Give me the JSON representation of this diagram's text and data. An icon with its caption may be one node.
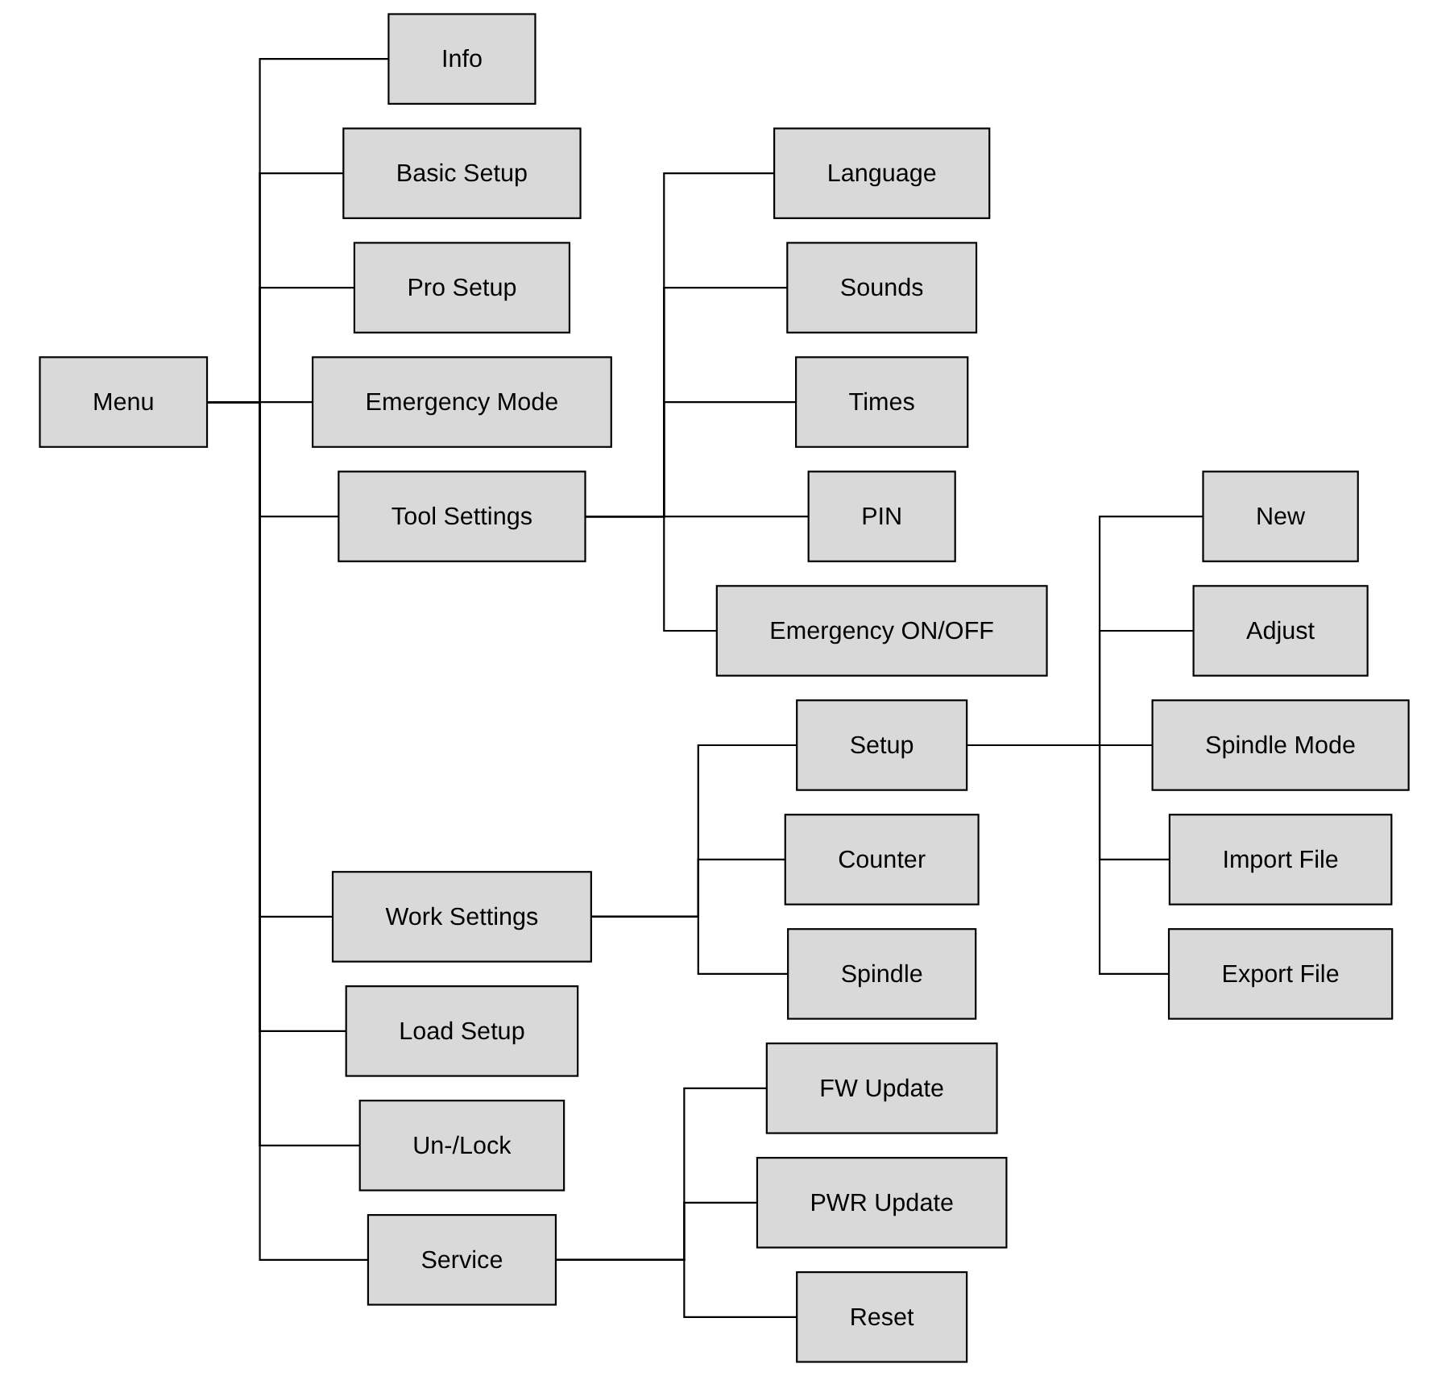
{
  "diagram": {
    "nodes": [
      {
        "text": [
          "Menu"
        ]
      },
      {
        "text": [
          "Info"
        ]
      },
      {
        "text": [
          "Basic Setup"
        ]
      },
      {
        "text": [
          "Pro Setup"
        ]
      },
      {
        "text": [
          "Emergency Mode"
        ]
      },
      {
        "text": [
          "Tool Settings"
        ]
      },
      {
        "text": [
          "Language"
        ]
      },
      {
        "text": [
          "Sounds"
        ]
      },
      {
        "text": [
          "Times"
        ]
      },
      {
        "text": [
          "PIN"
        ]
      },
      {
        "text": [
          "Emergency ON/OFF"
        ]
      },
      {
        "text": [
          "Work Settings"
        ]
      },
      {
        "text": [
          "Setup"
        ]
      },
      {
        "text": [
          "New"
        ]
      },
      {
        "text": [
          "Adjust"
        ]
      },
      {
        "text": [
          "Spindle Mode"
        ]
      },
      {
        "text": [
          "Import File"
        ]
      },
      {
        "text": [
          "Export File"
        ]
      },
      {
        "text": [
          "Counter"
        ]
      },
      {
        "text": [
          "Spindle"
        ]
      },
      {
        "text": [
          "Load Setup"
        ]
      },
      {
        "text": [
          "Un-/Lock"
        ]
      },
      {
        "text": [
          "Service"
        ]
      },
      {
        "text": [
          "FW Update"
        ]
      },
      {
        "text": [
          "PWR Update"
        ]
      },
      {
        "text": [
          "Reset"
        ]
      }
    ],
    "edges": [
      {
        "from": 0,
        "to": 1,
        "arrow": "none"
      },
      {
        "from": 0,
        "to": 2,
        "arrow": "none"
      },
      {
        "from": 0,
        "to": 3,
        "arrow": "none"
      },
      {
        "from": 0,
        "to": 4,
        "arrow": "none"
      },
      {
        "from": 0,
        "to": 5,
        "arrow": "none"
      },
      {
        "from": 5,
        "to": 6,
        "arrow": "none"
      },
      {
        "from": 5,
        "to": 7,
        "arrow": "none"
      },
      {
        "from": 5,
        "to": 8,
        "arrow": "none"
      },
      {
        "from": 5,
        "to": 9,
        "arrow": "none"
      },
      {
        "from": 5,
        "to": 10,
        "arrow": "none"
      },
      {
        "from": 0,
        "to": 11,
        "arrow": "none"
      },
      {
        "from": 11,
        "to": 12,
        "arrow": "none"
      },
      {
        "from": 12,
        "to": 13,
        "arrow": "none"
      },
      {
        "from": 12,
        "to": 14,
        "arrow": "none"
      },
      {
        "from": 12,
        "to": 15,
        "arrow": "none"
      },
      {
        "from": 12,
        "to": 16,
        "arrow": "none"
      },
      {
        "from": 12,
        "to": 17,
        "arrow": "none"
      },
      {
        "from": 11,
        "to": 18,
        "arrow": "none"
      },
      {
        "from": 11,
        "to": 19,
        "arrow": "none"
      },
      {
        "from": 0,
        "to": 20,
        "arrow": "none"
      },
      {
        "from": 0,
        "to": 21,
        "arrow": "none"
      },
      {
        "from": 0,
        "to": 22,
        "arrow": "none"
      },
      {
        "from": 22,
        "to": 23,
        "arrow": "none"
      },
      {
        "from": 22,
        "to": 24,
        "arrow": "none"
      },
      {
        "from": 22,
        "to": 25,
        "arrow": "none"
      }
    ]
  }
}
